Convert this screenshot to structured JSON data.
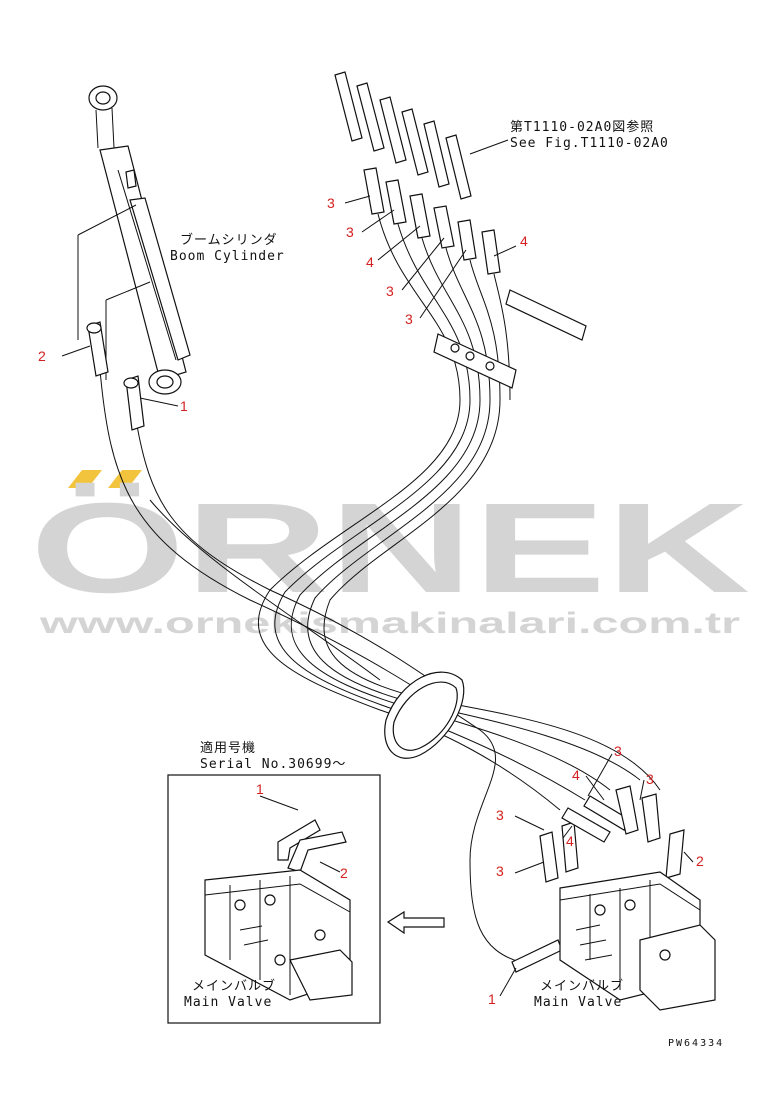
{
  "labels": {
    "boom_cylinder_jp": "ブームシリンダ",
    "boom_cylinder_en": "Boom Cylinder",
    "see_fig_jp": "第T1110-02A0図参照",
    "see_fig_en": "See Fig.T1110-02A0",
    "serial_jp": "適用号機",
    "serial_en": "Serial No.30699～",
    "main_valve_jp": "メインバルブ",
    "main_valve_en": "Main Valve",
    "drawing_code": "PW64334"
  },
  "watermark": {
    "brand": "ÖRNEK",
    "url": "www.ornekismakinalari.com.tr",
    "color": "#d4d4d4",
    "accent": "#f2c43d"
  },
  "callouts": {
    "left_2": "2",
    "left_1": "1",
    "top_3a": "3",
    "top_3b": "3",
    "top_4a": "4",
    "top_3c": "3",
    "top_3d": "3",
    "top_4b": "4",
    "bot_3a": "3",
    "bot_4a": "4",
    "bot_3b": "3",
    "bot_3c": "3",
    "bot_4b": "4",
    "bot_3d": "3",
    "bot_2": "2",
    "bot_1": "1",
    "inset_1": "1",
    "inset_2": "2"
  },
  "callout_color": "#d42020"
}
